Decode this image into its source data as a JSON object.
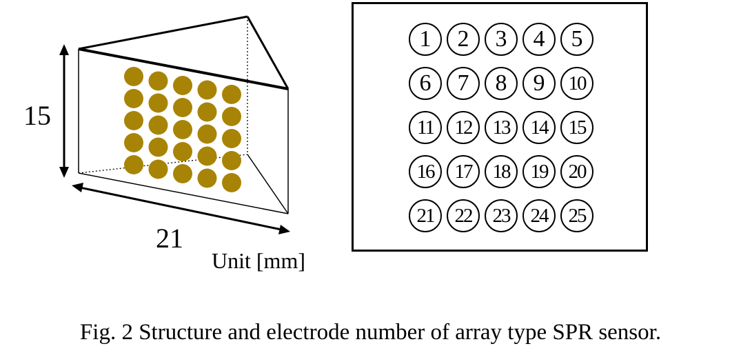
{
  "prism": {
    "height_label": "15",
    "width_label": "21",
    "unit_label": "Unit [mm]",
    "electrode_color": "#a88406",
    "electrode_rows": 5,
    "electrode_cols": 5
  },
  "electrode_numbers": [
    "1",
    "2",
    "3",
    "4",
    "5",
    "6",
    "7",
    "8",
    "9",
    "10",
    "11",
    "12",
    "13",
    "14",
    "15",
    "16",
    "17",
    "18",
    "19",
    "20",
    "21",
    "22",
    "23",
    "24",
    "25"
  ],
  "caption": "Fig. 2 Structure and electrode number of array type SPR sensor."
}
